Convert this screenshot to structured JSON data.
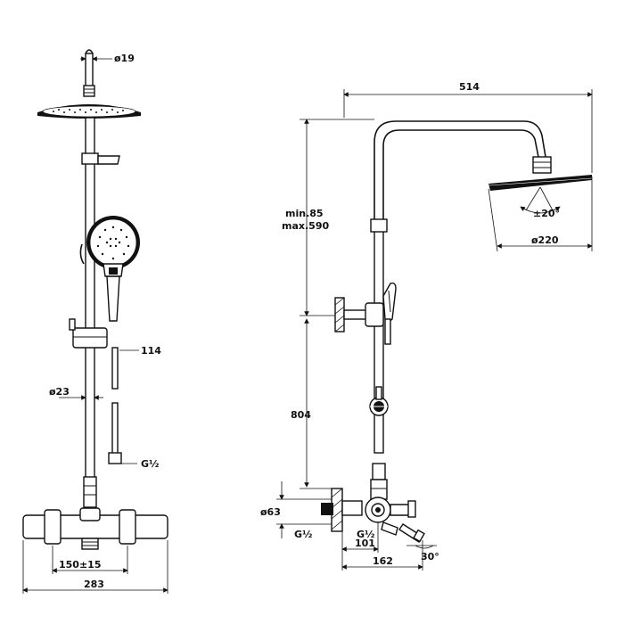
{
  "front_view": {
    "pipe_diameter_top": "ø19",
    "slide_bar_offset": "114",
    "bar_diameter": "ø23",
    "hose_connection": "G½",
    "inlet_spacing": "150±15",
    "overall_width": "283"
  },
  "side_view": {
    "arm_projection": "514",
    "height_adjust_min": "min.85",
    "height_adjust_max": "max.590",
    "head_tilt": "±20°",
    "head_diameter": "ø220",
    "mixer_to_arm_height": "804",
    "escutcheon_diameter": "ø63",
    "inlet_thread_left": "G½",
    "inlet_thread_right": "G½",
    "wall_to_outlet": "101",
    "wall_to_spout": "162",
    "spout_angle": "30°"
  }
}
